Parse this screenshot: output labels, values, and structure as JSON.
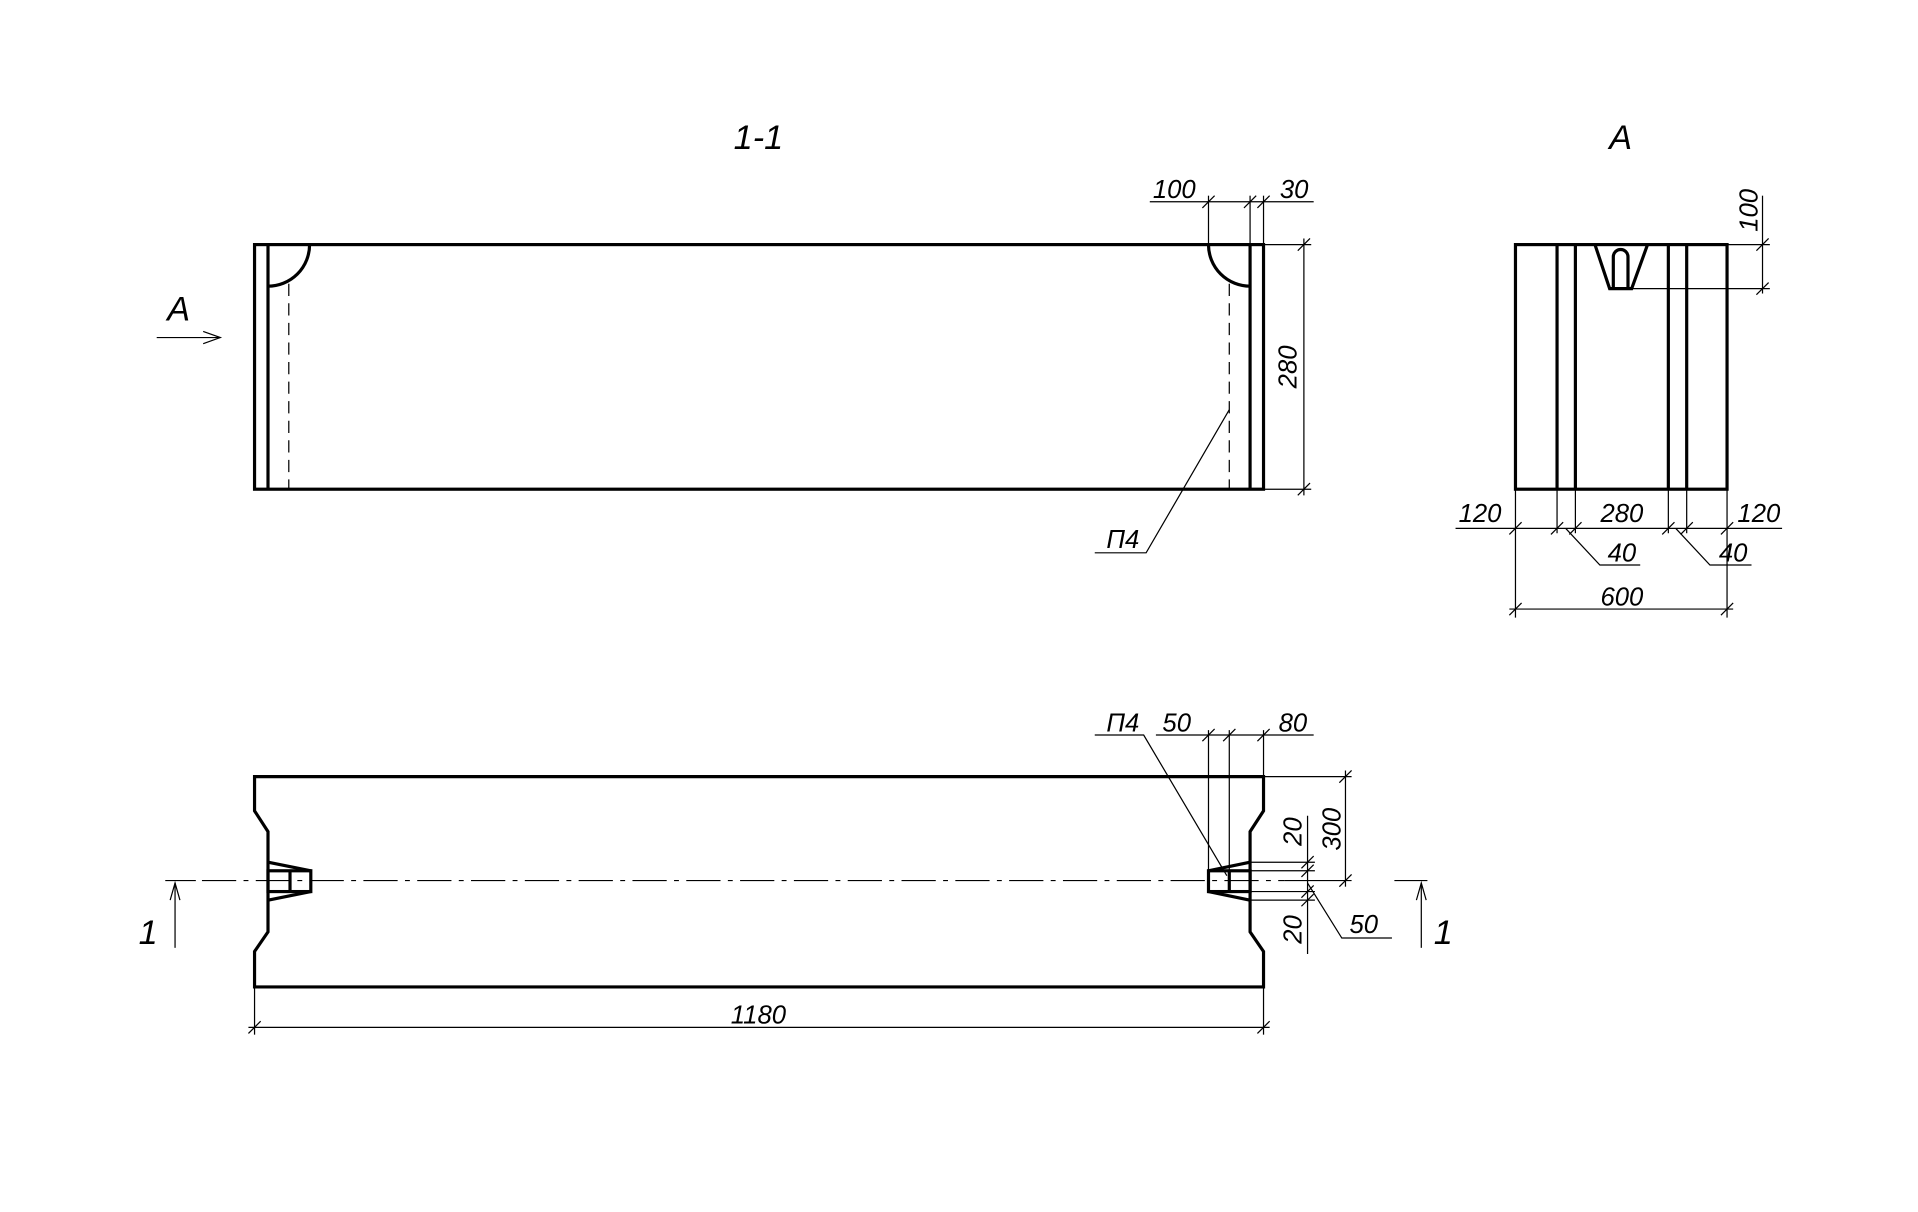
{
  "section_view": {
    "title": "1-1",
    "view_arrow_label": "A",
    "dims": {
      "top_left": "100",
      "top_right": "30",
      "height": "280"
    },
    "part_label": "П4"
  },
  "end_view": {
    "title": "A",
    "dims": {
      "slot_depth": "100",
      "left": "120",
      "middle": "280",
      "right": "120",
      "groove_left": "40",
      "groove_right": "40",
      "total_width": "600"
    }
  },
  "plan_view": {
    "part_label": "П4",
    "dims": {
      "insert_len": "50",
      "end_len": "80",
      "half_height": "300",
      "top_offset": "20",
      "bottom_offset": "20",
      "insert_height": "50",
      "length": "1180"
    },
    "section_mark_left": "1",
    "section_mark_right": "1"
  }
}
